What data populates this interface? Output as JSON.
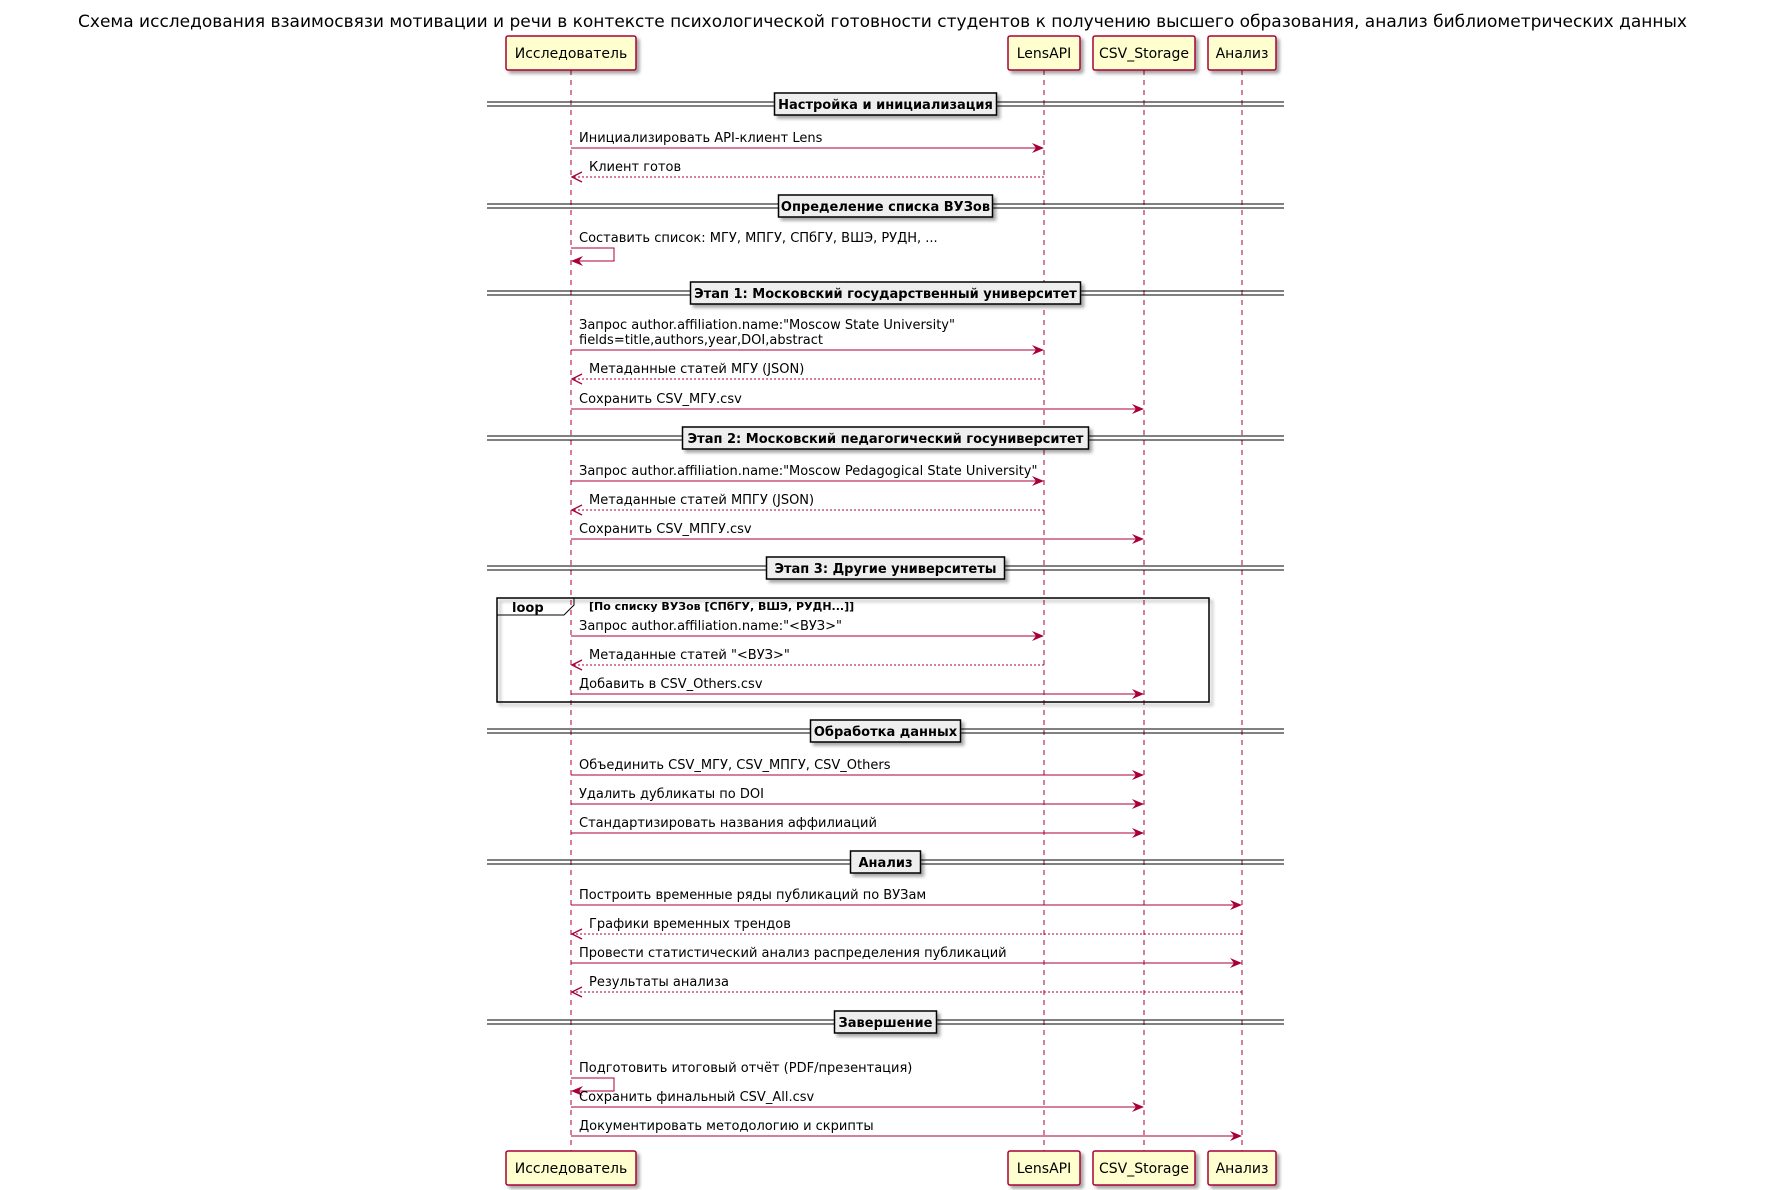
{
  "title": "Схема исследования взаимосвязи мотивации и речи в контексте психологической готовности студентов к получению высшего образования, анализ библиометрических данных",
  "colors": {
    "participant_fill": "#FEFECE",
    "line": "#A80036",
    "divider_fill": "#EEEEEE"
  },
  "participants": [
    {
      "id": "researcher",
      "label": "Исследователь"
    },
    {
      "id": "lensapi",
      "label": "LensAPI"
    },
    {
      "id": "storage",
      "label": "CSV_Storage"
    },
    {
      "id": "analysis",
      "label": "Анализ"
    }
  ],
  "steps": [
    {
      "type": "divider",
      "label": "Настройка и инициализация"
    },
    {
      "type": "message",
      "from": "researcher",
      "to": "lensapi",
      "lines": [
        "Инициализировать API-клиент Lens"
      ]
    },
    {
      "type": "message",
      "from": "lensapi",
      "to": "researcher",
      "dashed": true,
      "lines": [
        "Клиент готов"
      ]
    },
    {
      "type": "divider",
      "label": "Определение списка ВУЗов"
    },
    {
      "type": "self",
      "from": "researcher",
      "lines": [
        "Составить список: МГУ, МПГУ, СПбГУ, ВШЭ, РУДН, ..."
      ]
    },
    {
      "type": "divider",
      "label": "Этап 1: Московский государственный университет"
    },
    {
      "type": "message",
      "from": "researcher",
      "to": "lensapi",
      "lines": [
        "Запрос author.affiliation.name:\"Moscow State University\"",
        "fields=title,authors,year,DOI,abstract"
      ]
    },
    {
      "type": "message",
      "from": "lensapi",
      "to": "researcher",
      "dashed": true,
      "lines": [
        "Метаданные статей МГУ (JSON)"
      ]
    },
    {
      "type": "message",
      "from": "researcher",
      "to": "storage",
      "lines": [
        "Сохранить CSV_МГУ.csv"
      ]
    },
    {
      "type": "divider",
      "label": "Этап 2: Московский педагогический госуниверситет"
    },
    {
      "type": "message",
      "from": "researcher",
      "to": "lensapi",
      "lines": [
        "Запрос author.affiliation.name:\"Moscow Pedagogical State University\""
      ]
    },
    {
      "type": "message",
      "from": "lensapi",
      "to": "researcher",
      "dashed": true,
      "lines": [
        "Метаданные статей МПГУ (JSON)"
      ]
    },
    {
      "type": "message",
      "from": "researcher",
      "to": "storage",
      "lines": [
        "Сохранить CSV_МПГУ.csv"
      ]
    },
    {
      "type": "divider",
      "label": "Этап 3: Другие университеты"
    },
    {
      "type": "loop_start",
      "keyword": "loop",
      "condition": "[По списку ВУЗов [СПбГУ, ВШЭ, РУДН...]]"
    },
    {
      "type": "message",
      "from": "researcher",
      "to": "lensapi",
      "lines": [
        "Запрос author.affiliation.name:\"<ВУЗ>\""
      ]
    },
    {
      "type": "message",
      "from": "lensapi",
      "to": "researcher",
      "dashed": true,
      "lines": [
        "Метаданные статей \"<ВУЗ>\""
      ]
    },
    {
      "type": "message",
      "from": "researcher",
      "to": "storage",
      "lines": [
        "Добавить в CSV_Others.csv"
      ]
    },
    {
      "type": "loop_end"
    },
    {
      "type": "divider",
      "label": "Обработка данных"
    },
    {
      "type": "message",
      "from": "researcher",
      "to": "storage",
      "lines": [
        "Объединить CSV_МГУ, CSV_МПГУ, CSV_Others"
      ]
    },
    {
      "type": "message",
      "from": "researcher",
      "to": "storage",
      "lines": [
        "Удалить дубликаты по DOI"
      ]
    },
    {
      "type": "message",
      "from": "researcher",
      "to": "storage",
      "lines": [
        "Стандартизировать названия аффилиаций"
      ]
    },
    {
      "type": "divider",
      "label": "Анализ"
    },
    {
      "type": "message",
      "from": "researcher",
      "to": "analysis",
      "lines": [
        "Построить временные ряды публикаций по ВУЗам"
      ]
    },
    {
      "type": "message",
      "from": "analysis",
      "to": "researcher",
      "dashed": true,
      "lines": [
        "Графики временных трендов"
      ]
    },
    {
      "type": "message",
      "from": "researcher",
      "to": "analysis",
      "lines": [
        "Провести статистический анализ распределения публикаций"
      ]
    },
    {
      "type": "message",
      "from": "analysis",
      "to": "researcher",
      "dashed": true,
      "lines": [
        "Результаты анализа"
      ]
    },
    {
      "type": "divider",
      "label": "Завершение"
    },
    {
      "type": "self",
      "from": "researcher",
      "lines": [
        "Подготовить итоговый отчёт (PDF/презентация)"
      ]
    },
    {
      "type": "message",
      "from": "researcher",
      "to": "storage",
      "lines": [
        "Сохранить финальный CSV_All.csv"
      ]
    },
    {
      "type": "message",
      "from": "researcher",
      "to": "analysis",
      "lines": [
        "Документировать методологию и скрипты"
      ]
    }
  ]
}
